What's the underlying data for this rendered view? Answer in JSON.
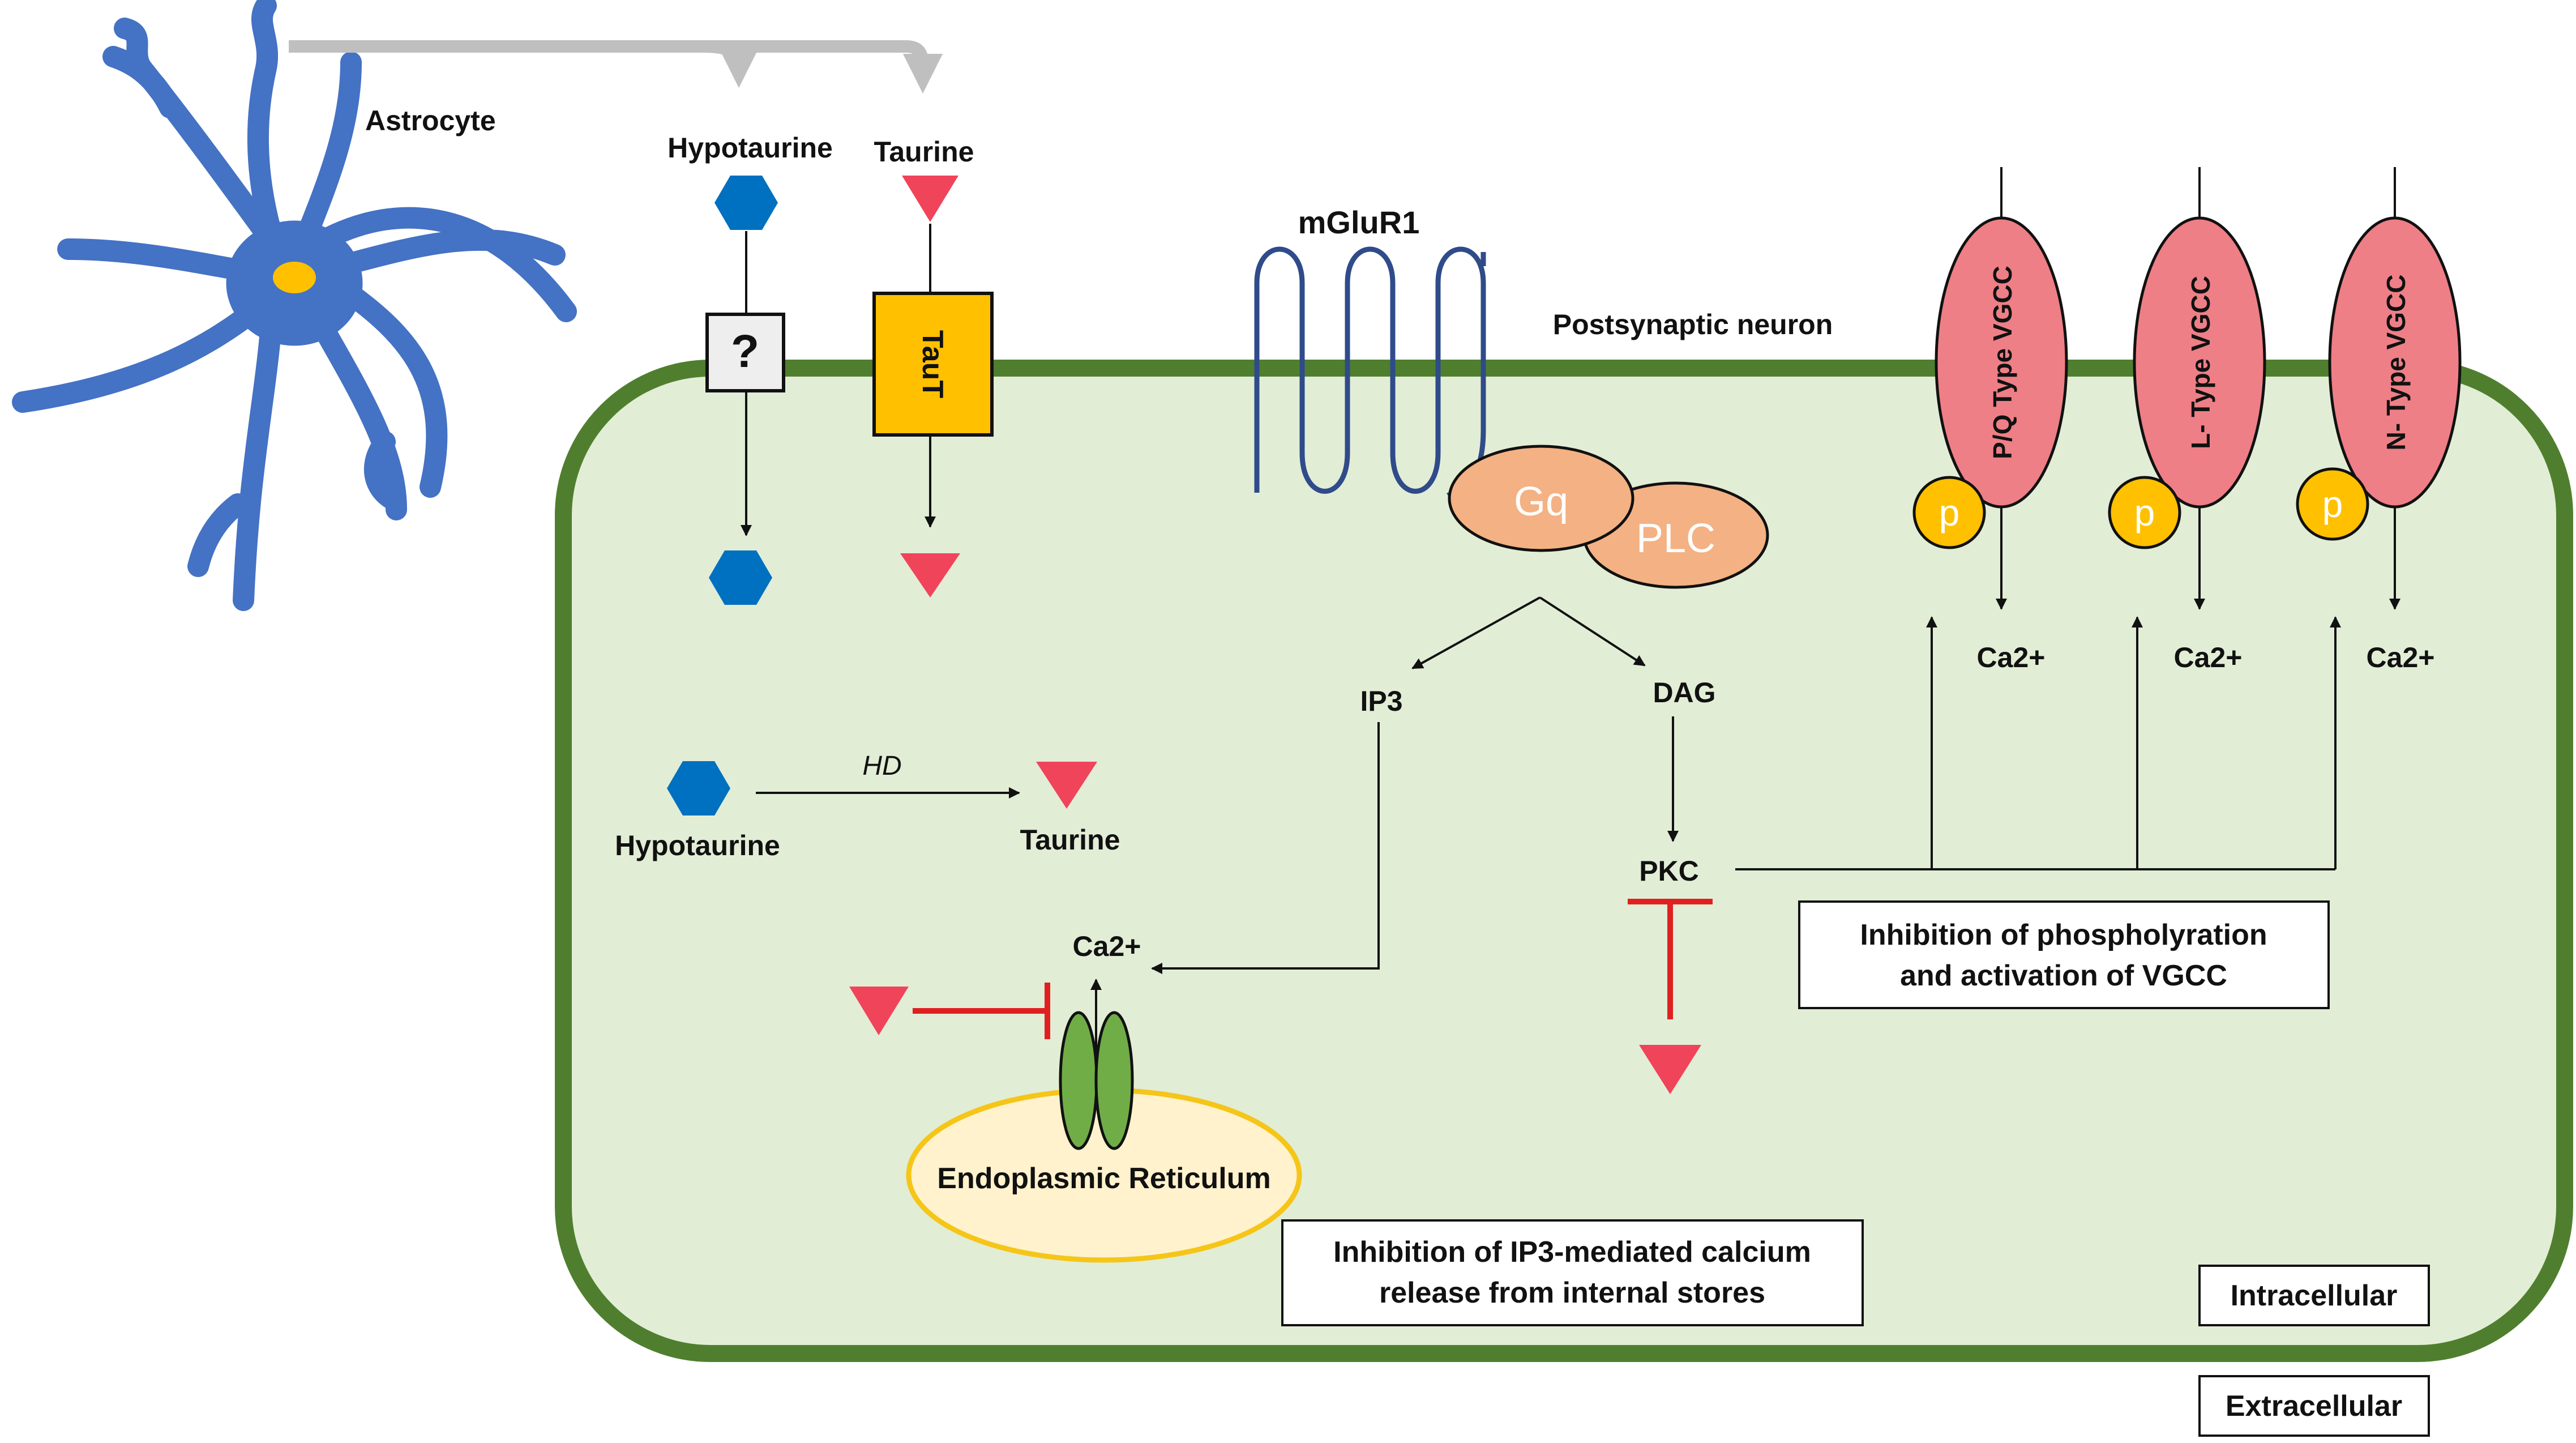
{
  "labels": {
    "astrocyte": "Astrocyte",
    "hypotaurine_top": "Hypotaurine",
    "taurine_top": "Taurine",
    "question": "?",
    "taut": "TauT",
    "mglur1": "mGluR1",
    "postsynaptic": "Postsynaptic neuron",
    "gq": "Gq",
    "plc": "PLC",
    "ip3": "IP3",
    "dag": "DAG",
    "pkc": "PKC",
    "hd": "HD",
    "hypotaurine_mid": "Hypotaurine",
    "taurine_mid": "Taurine",
    "ca_er": "Ca2+",
    "er": "Endoplasmic Reticulum",
    "vgcc_pq": "P/Q Type VGCC",
    "vgcc_l": "L- Type VGCC",
    "vgcc_n": "N- Type VGCC",
    "p": "p",
    "ca_1": "Ca2+",
    "ca_2": "Ca2+",
    "ca_3": "Ca2+",
    "box_vgcc_1": "Inhibition of phospholyration",
    "box_vgcc_2": "and activation of VGCC",
    "box_ip3_1": "Inhibition of IP3-mediated calcium",
    "box_ip3_2": "release from internal stores",
    "intracellular": "Intracellular",
    "extracellular": "Extracellular"
  },
  "colors": {
    "membrane": "#4f7f2e",
    "cytoplasm": "#e2edd6",
    "astrocyte": "#4472c4",
    "nucleus": "#ffc000",
    "hexagon": "#0070c0",
    "triangle": "#f0445a",
    "taut_box": "#ffc000",
    "receptor_line": "#2f4b8a",
    "gq_plc": "#f4b183",
    "channel": "#ee7f86",
    "phosphate": "#ffc000",
    "er_fill": "#fff2cc",
    "er_stroke": "#f5c518",
    "er_channel": "#70ad47",
    "inhibit": "#e02020",
    "grey_arrow": "#bfbfbf"
  }
}
